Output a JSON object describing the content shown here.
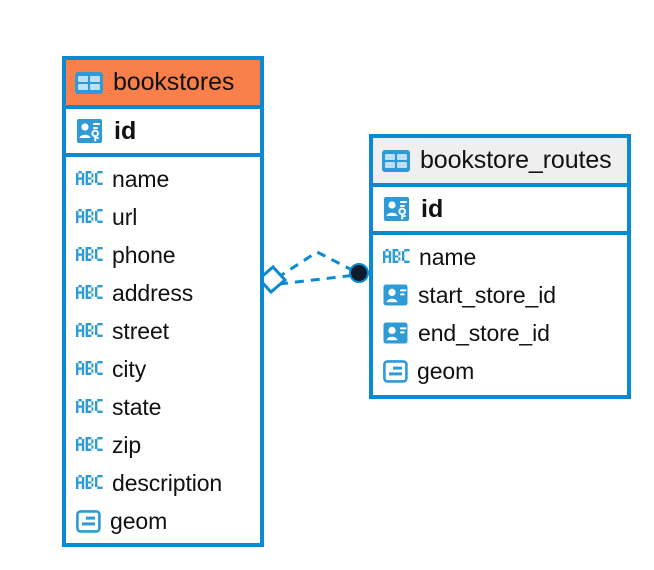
{
  "diagram": {
    "type": "entity-relationship-diagram",
    "colors": {
      "border": "#0b8ad1",
      "accent_orange": "#f9804a",
      "accent_gray": "#efefef",
      "icon_blue": "#2e9bd6",
      "connector": "#0b8ad1",
      "connector_endpoint": "#0d1b2a",
      "text": "#111111",
      "background": "#ffffff"
    },
    "entities": [
      {
        "name": "bookstores",
        "header_style": "accent-orange",
        "header_icon": "table-icon",
        "primary_key": {
          "label": "id",
          "icon": "primary-key-icon"
        },
        "fields": [
          {
            "label": "name",
            "icon": "abc-text-icon"
          },
          {
            "label": "url",
            "icon": "abc-text-icon"
          },
          {
            "label": "phone",
            "icon": "abc-text-icon"
          },
          {
            "label": "address",
            "icon": "abc-text-icon"
          },
          {
            "label": "street",
            "icon": "abc-text-icon"
          },
          {
            "label": "city",
            "icon": "abc-text-icon"
          },
          {
            "label": "state",
            "icon": "abc-text-icon"
          },
          {
            "label": "zip",
            "icon": "abc-text-icon"
          },
          {
            "label": "description",
            "icon": "abc-text-icon"
          },
          {
            "label": "geom",
            "icon": "geometry-icon"
          }
        ]
      },
      {
        "name": "bookstore_routes",
        "header_style": "accent-gray",
        "header_icon": "table-icon",
        "primary_key": {
          "label": "id",
          "icon": "primary-key-icon"
        },
        "fields": [
          {
            "label": "name",
            "icon": "abc-text-icon"
          },
          {
            "label": "start_store_id",
            "icon": "foreign-key-icon"
          },
          {
            "label": "end_store_id",
            "icon": "foreign-key-icon"
          },
          {
            "label": "geom",
            "icon": "geometry-icon"
          }
        ]
      }
    ],
    "relationship": {
      "from_entity": "bookstores",
      "to_entity": "bookstore_routes",
      "from_marker": "diamond-open",
      "to_marker": "circle-filled",
      "line_style": "dashed",
      "branches": 2
    },
    "icon_labels": {
      "abc": "ABC"
    }
  }
}
